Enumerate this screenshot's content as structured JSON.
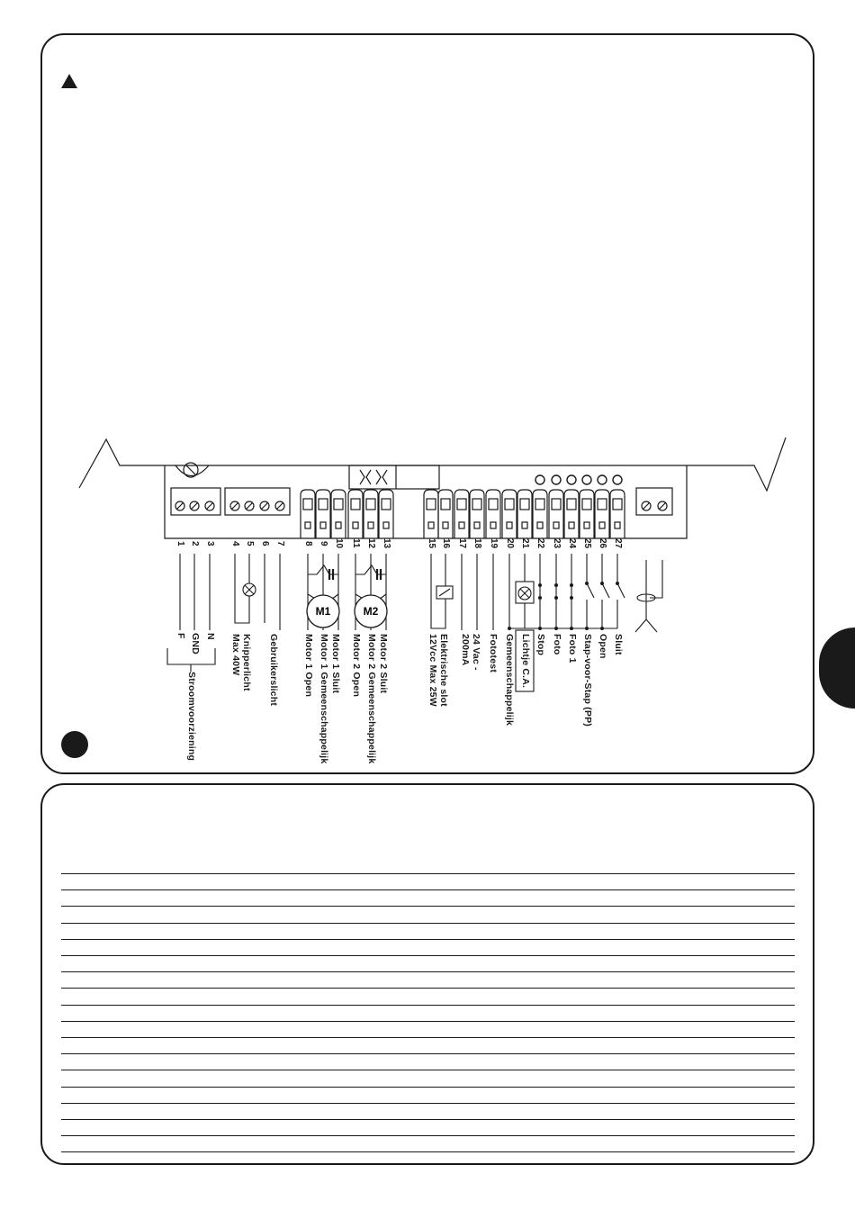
{
  "terminals": {
    "t1": "1",
    "t2": "2",
    "t3": "3",
    "t4": "4",
    "t5": "5",
    "t6": "6",
    "t7": "7",
    "t8": "8",
    "t9": "9",
    "t10": "10",
    "t11": "11",
    "t12": "12",
    "t13": "13",
    "t15": "15",
    "t16": "16",
    "t17": "17",
    "t18": "18",
    "t19": "19",
    "t20": "20",
    "t21": "21",
    "t22": "22",
    "t23": "23",
    "t24": "24",
    "t25": "25",
    "t26": "26",
    "t27": "27"
  },
  "labels": {
    "f": "F",
    "gnd": "GND",
    "n": "N",
    "stroomvoorziening": "Stroomvoorziening",
    "knipperlicht": "Knipperlicht",
    "max40w": "Max 40W",
    "gebruikerslicht": "Gebruikerslicht",
    "motor1_open": "Motor 1  Open",
    "motor1_gemeenschappelijk": "Motor 1  Gemeenschappelijk",
    "motor1_sluit": "Motor 1  Sluit",
    "motor2_open": "Motor 2  Open",
    "motor2_gemeenschappelijk": "Motor 2  Gemeenschappelijk",
    "motor2_sluit": "Motor 2  Sluit",
    "elektrische_slot": "Elektrische slot",
    "slot_spec": "12Vcc Max 25W",
    "vac24": "24 Vac -",
    "ma200": "200mA",
    "fototest": "Fototest",
    "gemeenschappelijk": "Gemeenschappelijk",
    "lichtje_ca": "Lichtje C.A.",
    "stop": "Stop",
    "foto": "Foto",
    "foto1": "Foto 1",
    "stap_voor_stap": "Stap-voor-Stap (PP)",
    "open": "Open",
    "sluit": "Sluit"
  },
  "motors": {
    "m1": "M1",
    "m2": "M2"
  },
  "icons": {
    "warning": "warning-triangle-icon",
    "lamp": "lamp-icon",
    "lock": "electric-lock-icon",
    "antenna": "antenna-icon",
    "capacitor": "capacitor-icon"
  },
  "colors": {
    "ink": "#1a1a1a",
    "paper": "#ffffff"
  },
  "notes_lines": 18
}
